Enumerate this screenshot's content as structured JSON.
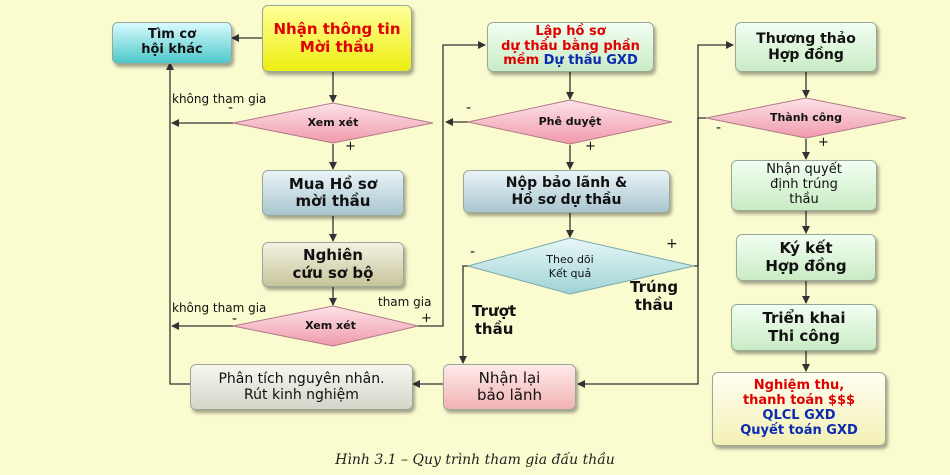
{
  "diagram": {
    "caption": "Hình 3.1 – Quy trình tham gia đấu thầu",
    "nodes": {
      "tim_co_hoi": [
        "Tìm cơ",
        "hội khác"
      ],
      "nhan_thong_tin": [
        "Nhận thông tin",
        "Mời thầu"
      ],
      "xem_xet_1": "Xem xét",
      "mua_ho_so": [
        "Mua Hồ sơ",
        "mời thầu"
      ],
      "nghien_cuu": [
        "Nghiên",
        "cứu sơ bộ"
      ],
      "xem_xet_2": "Xem xét",
      "phan_tich": [
        "Phân tích nguyên nhân.",
        "Rút kinh nghiệm"
      ],
      "lap_ho_so": [
        "Lập hồ sơ",
        "dự thầu bằng phần",
        "mềm",
        "Dự thầu GXD"
      ],
      "phe_duyet": "Phê duyệt",
      "nop_bao_lanh": [
        "Nộp bảo lãnh &",
        "Hồ sơ dự thầu"
      ],
      "theo_doi": [
        "Theo dõi",
        "Kết quả"
      ],
      "nhan_lai": [
        "Nhận lại",
        "bảo lãnh"
      ],
      "thuong_thao": [
        "Thương thảo",
        "Hợp đồng"
      ],
      "thanh_cong": "Thành công",
      "nhan_quyet_dinh": [
        "Nhận quyết",
        "định trúng",
        "thầu"
      ],
      "ky_ket": [
        "Ký kết",
        "Hợp đồng"
      ],
      "trien_khai": [
        "Triển khai",
        "Thi công"
      ],
      "nghiem_thu": [
        "Nghiệm thu,",
        "thanh toán $$$",
        "QLCL GXD",
        "Quyết toán GXD"
      ]
    },
    "labels": {
      "khong_tham_gia_1": "không tham gia",
      "khong_tham_gia_2": "không tham gia",
      "tham_gia": "tham gia",
      "truot_thau": [
        "Trượt",
        "thầu"
      ],
      "trung_thau": [
        "Trúng",
        "thầu"
      ],
      "plus": "+",
      "minus": "-"
    },
    "colors": {
      "edge": "#333333",
      "diamond_fill": "#f5b5c0",
      "red_text": "#e00000",
      "blue_text": "#0a2ab0"
    }
  }
}
